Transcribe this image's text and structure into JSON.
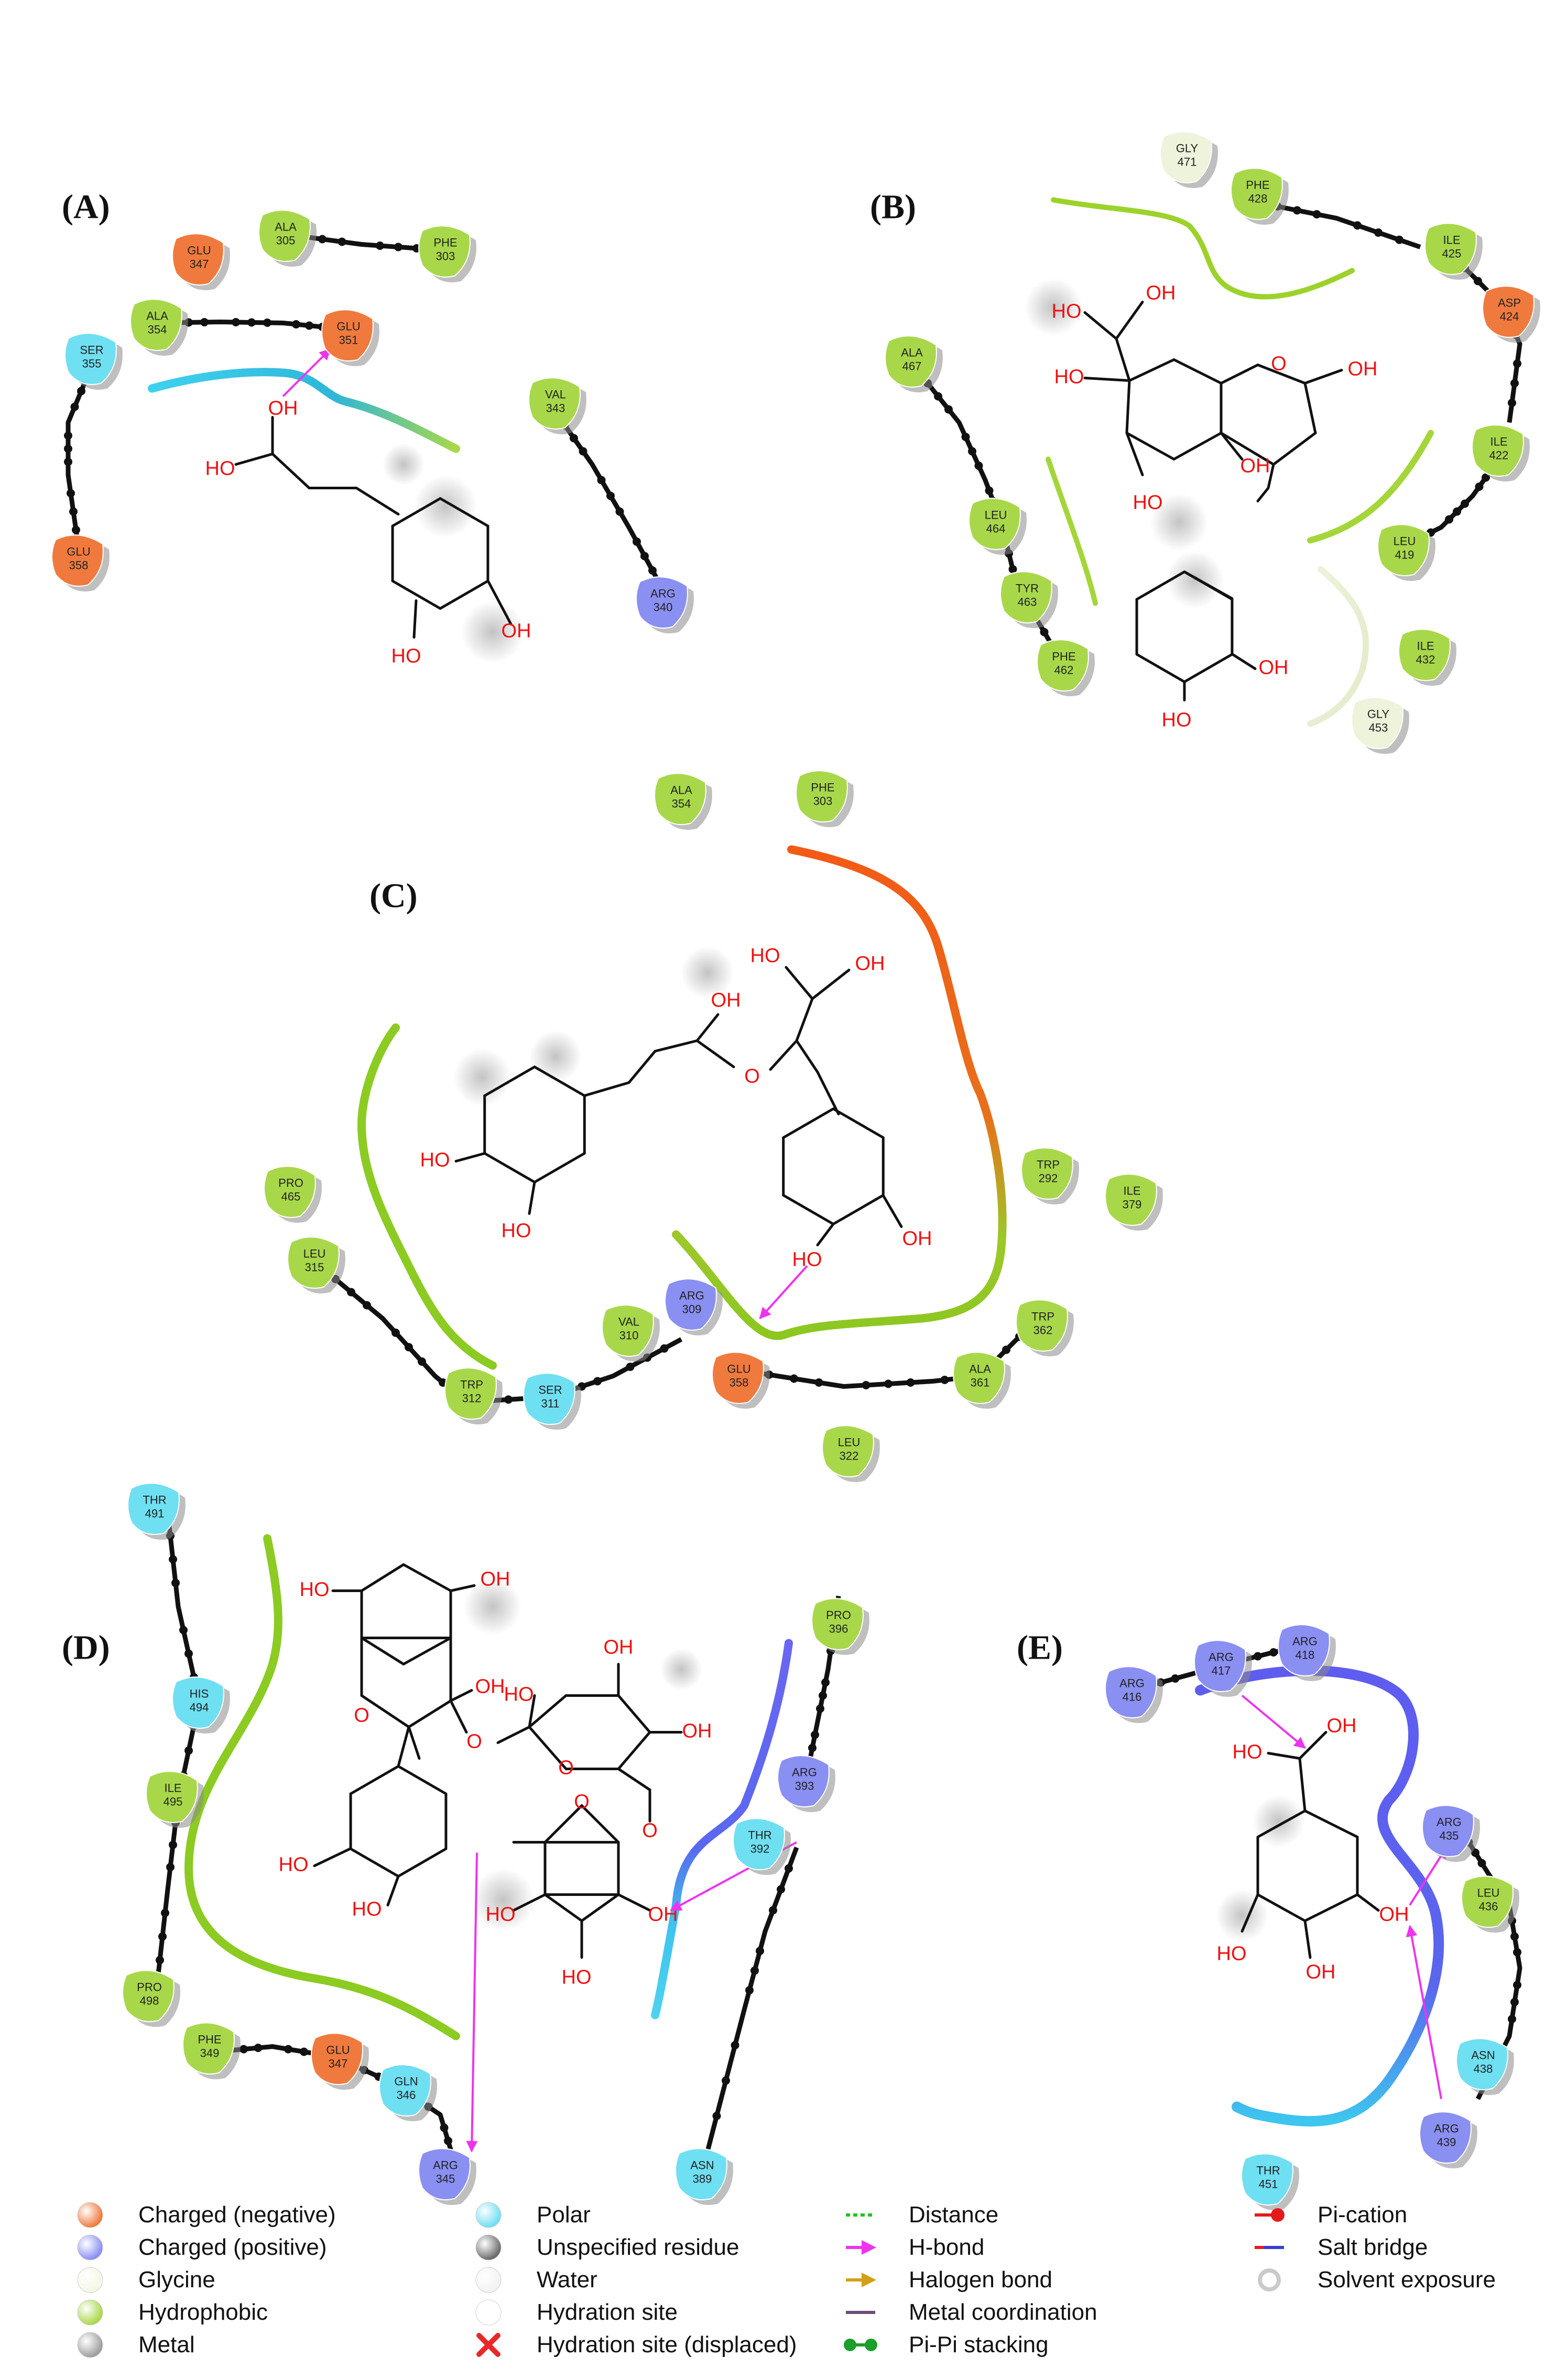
{
  "panels": [
    {
      "id": "A",
      "label": "(A)"
    },
    {
      "id": "B",
      "label": "(B)"
    },
    {
      "id": "C",
      "label": "(C)"
    },
    {
      "id": "D",
      "label": "(D)"
    },
    {
      "id": "E",
      "label": "(E)"
    }
  ],
  "residue_colors": {
    "negative": "#f07a3d",
    "positive": "#8a8ff2",
    "glycine": "#eef3dc",
    "hydrophobic": "#a8d84a",
    "polar": "#6fdff2",
    "metal": "#bdbdbd"
  },
  "residues": [
    {
      "name": "ALA",
      "num": "305",
      "type": "hydrophobic"
    },
    {
      "name": "PHE",
      "num": "303",
      "type": "hydrophobic"
    },
    {
      "name": "GLU",
      "num": "347",
      "type": "negative"
    },
    {
      "name": "ALA",
      "num": "354",
      "type": "hydrophobic"
    },
    {
      "name": "GLU",
      "num": "351",
      "type": "negative"
    },
    {
      "name": "SER",
      "num": "355",
      "type": "polar"
    },
    {
      "name": "VAL",
      "num": "343",
      "type": "hydrophobic"
    },
    {
      "name": "GLU",
      "num": "358",
      "type": "negative"
    },
    {
      "name": "ARG",
      "num": "340",
      "type": "positive"
    },
    {
      "name": "GLY",
      "num": "471",
      "type": "glycine"
    },
    {
      "name": "PHE",
      "num": "428",
      "type": "hydrophobic"
    },
    {
      "name": "ILE",
      "num": "425",
      "type": "hydrophobic"
    },
    {
      "name": "ASP",
      "num": "424",
      "type": "negative"
    },
    {
      "name": "ALA",
      "num": "467",
      "type": "hydrophobic"
    },
    {
      "name": "ILE",
      "num": "422",
      "type": "hydrophobic"
    },
    {
      "name": "LEU",
      "num": "419",
      "type": "hydrophobic"
    },
    {
      "name": "LEU",
      "num": "464",
      "type": "hydrophobic"
    },
    {
      "name": "TYR",
      "num": "463",
      "type": "hydrophobic"
    },
    {
      "name": "PHE",
      "num": "462",
      "type": "hydrophobic"
    },
    {
      "name": "ILE",
      "num": "432",
      "type": "hydrophobic"
    },
    {
      "name": "GLY",
      "num": "453",
      "type": "glycine"
    },
    {
      "name": "ALA",
      "num": "354",
      "type": "hydrophobic"
    },
    {
      "name": "PHE",
      "num": "303",
      "type": "hydrophobic"
    },
    {
      "name": "PRO",
      "num": "465",
      "type": "hydrophobic"
    },
    {
      "name": "TRP",
      "num": "292",
      "type": "hydrophobic"
    },
    {
      "name": "ILE",
      "num": "379",
      "type": "hydrophobic"
    },
    {
      "name": "LEU",
      "num": "315",
      "type": "hydrophobic"
    },
    {
      "name": "ARG",
      "num": "309",
      "type": "positive"
    },
    {
      "name": "VAL",
      "num": "310",
      "type": "hydrophobic"
    },
    {
      "name": "TRP",
      "num": "312",
      "type": "hydrophobic"
    },
    {
      "name": "SER",
      "num": "311",
      "type": "polar"
    },
    {
      "name": "GLU",
      "num": "358",
      "type": "negative"
    },
    {
      "name": "ALA",
      "num": "361",
      "type": "hydrophobic"
    },
    {
      "name": "TRP",
      "num": "362",
      "type": "hydrophobic"
    },
    {
      "name": "LEU",
      "num": "322",
      "type": "hydrophobic"
    },
    {
      "name": "THR",
      "num": "491",
      "type": "polar"
    },
    {
      "name": "HIS",
      "num": "494",
      "type": "polar"
    },
    {
      "name": "ILE",
      "num": "495",
      "type": "hydrophobic"
    },
    {
      "name": "PRO",
      "num": "498",
      "type": "hydrophobic"
    },
    {
      "name": "PHE",
      "num": "349",
      "type": "hydrophobic"
    },
    {
      "name": "GLU",
      "num": "347",
      "type": "negative"
    },
    {
      "name": "GLN",
      "num": "346",
      "type": "polar"
    },
    {
      "name": "ARG",
      "num": "345",
      "type": "positive"
    },
    {
      "name": "PRO",
      "num": "396",
      "type": "hydrophobic"
    },
    {
      "name": "ARG",
      "num": "393",
      "type": "positive"
    },
    {
      "name": "THR",
      "num": "392",
      "type": "polar"
    },
    {
      "name": "ASN",
      "num": "389",
      "type": "polar"
    },
    {
      "name": "ARG",
      "num": "416",
      "type": "positive"
    },
    {
      "name": "ARG",
      "num": "417",
      "type": "positive"
    },
    {
      "name": "ARG",
      "num": "418",
      "type": "positive"
    },
    {
      "name": "ARG",
      "num": "435",
      "type": "positive"
    },
    {
      "name": "LEU",
      "num": "436",
      "type": "hydrophobic"
    },
    {
      "name": "ASN",
      "num": "438",
      "type": "polar"
    },
    {
      "name": "ARG",
      "num": "439",
      "type": "positive"
    },
    {
      "name": "THR",
      "num": "451",
      "type": "polar"
    }
  ],
  "atom_labels": {
    "oh": "OH",
    "ho": "HO",
    "o": "O"
  },
  "legend": [
    {
      "label": "Charged (negative)",
      "symbol": "ball",
      "color": "#f07a3d"
    },
    {
      "label": "Charged (positive)",
      "symbol": "ball",
      "color": "#8a8ff2"
    },
    {
      "label": "Glycine",
      "symbol": "ball",
      "color": "#f3f7e4"
    },
    {
      "label": "Hydrophobic",
      "symbol": "ball",
      "color": "#a8d84a"
    },
    {
      "label": "Metal",
      "symbol": "ball",
      "color": "#9e9e9e"
    },
    {
      "label": "Polar",
      "symbol": "ball",
      "color": "#6fdff2"
    },
    {
      "label": "Unspecified residue",
      "symbol": "ball",
      "color": "#6b6b6b"
    },
    {
      "label": "Water",
      "symbol": "ball",
      "color": "#f2f2f2"
    },
    {
      "label": "Hydration site",
      "symbol": "ball",
      "color": "#ffffff"
    },
    {
      "label": "Hydration site (displaced)",
      "symbol": "cross",
      "color": "#e8282b"
    },
    {
      "label": "Distance",
      "symbol": "dash",
      "color": "#22c322"
    },
    {
      "label": "H-bond",
      "symbol": "arrow",
      "color": "#ee33ee"
    },
    {
      "label": "Halogen bond",
      "symbol": "arrow",
      "color": "#d4a017"
    },
    {
      "label": "Metal coordination",
      "symbol": "line",
      "color": "#6b4c7a"
    },
    {
      "label": "Pi-Pi stacking",
      "symbol": "dumbbell",
      "color": "#1b9e2a"
    },
    {
      "label": "Pi-cation",
      "symbol": "lineball",
      "color": "#e51b1b"
    },
    {
      "label": "Salt bridge",
      "symbol": "saltline",
      "color": "#3a3ad8"
    },
    {
      "label": "Solvent exposure",
      "symbol": "halo",
      "color": "#bdbdbd"
    }
  ]
}
